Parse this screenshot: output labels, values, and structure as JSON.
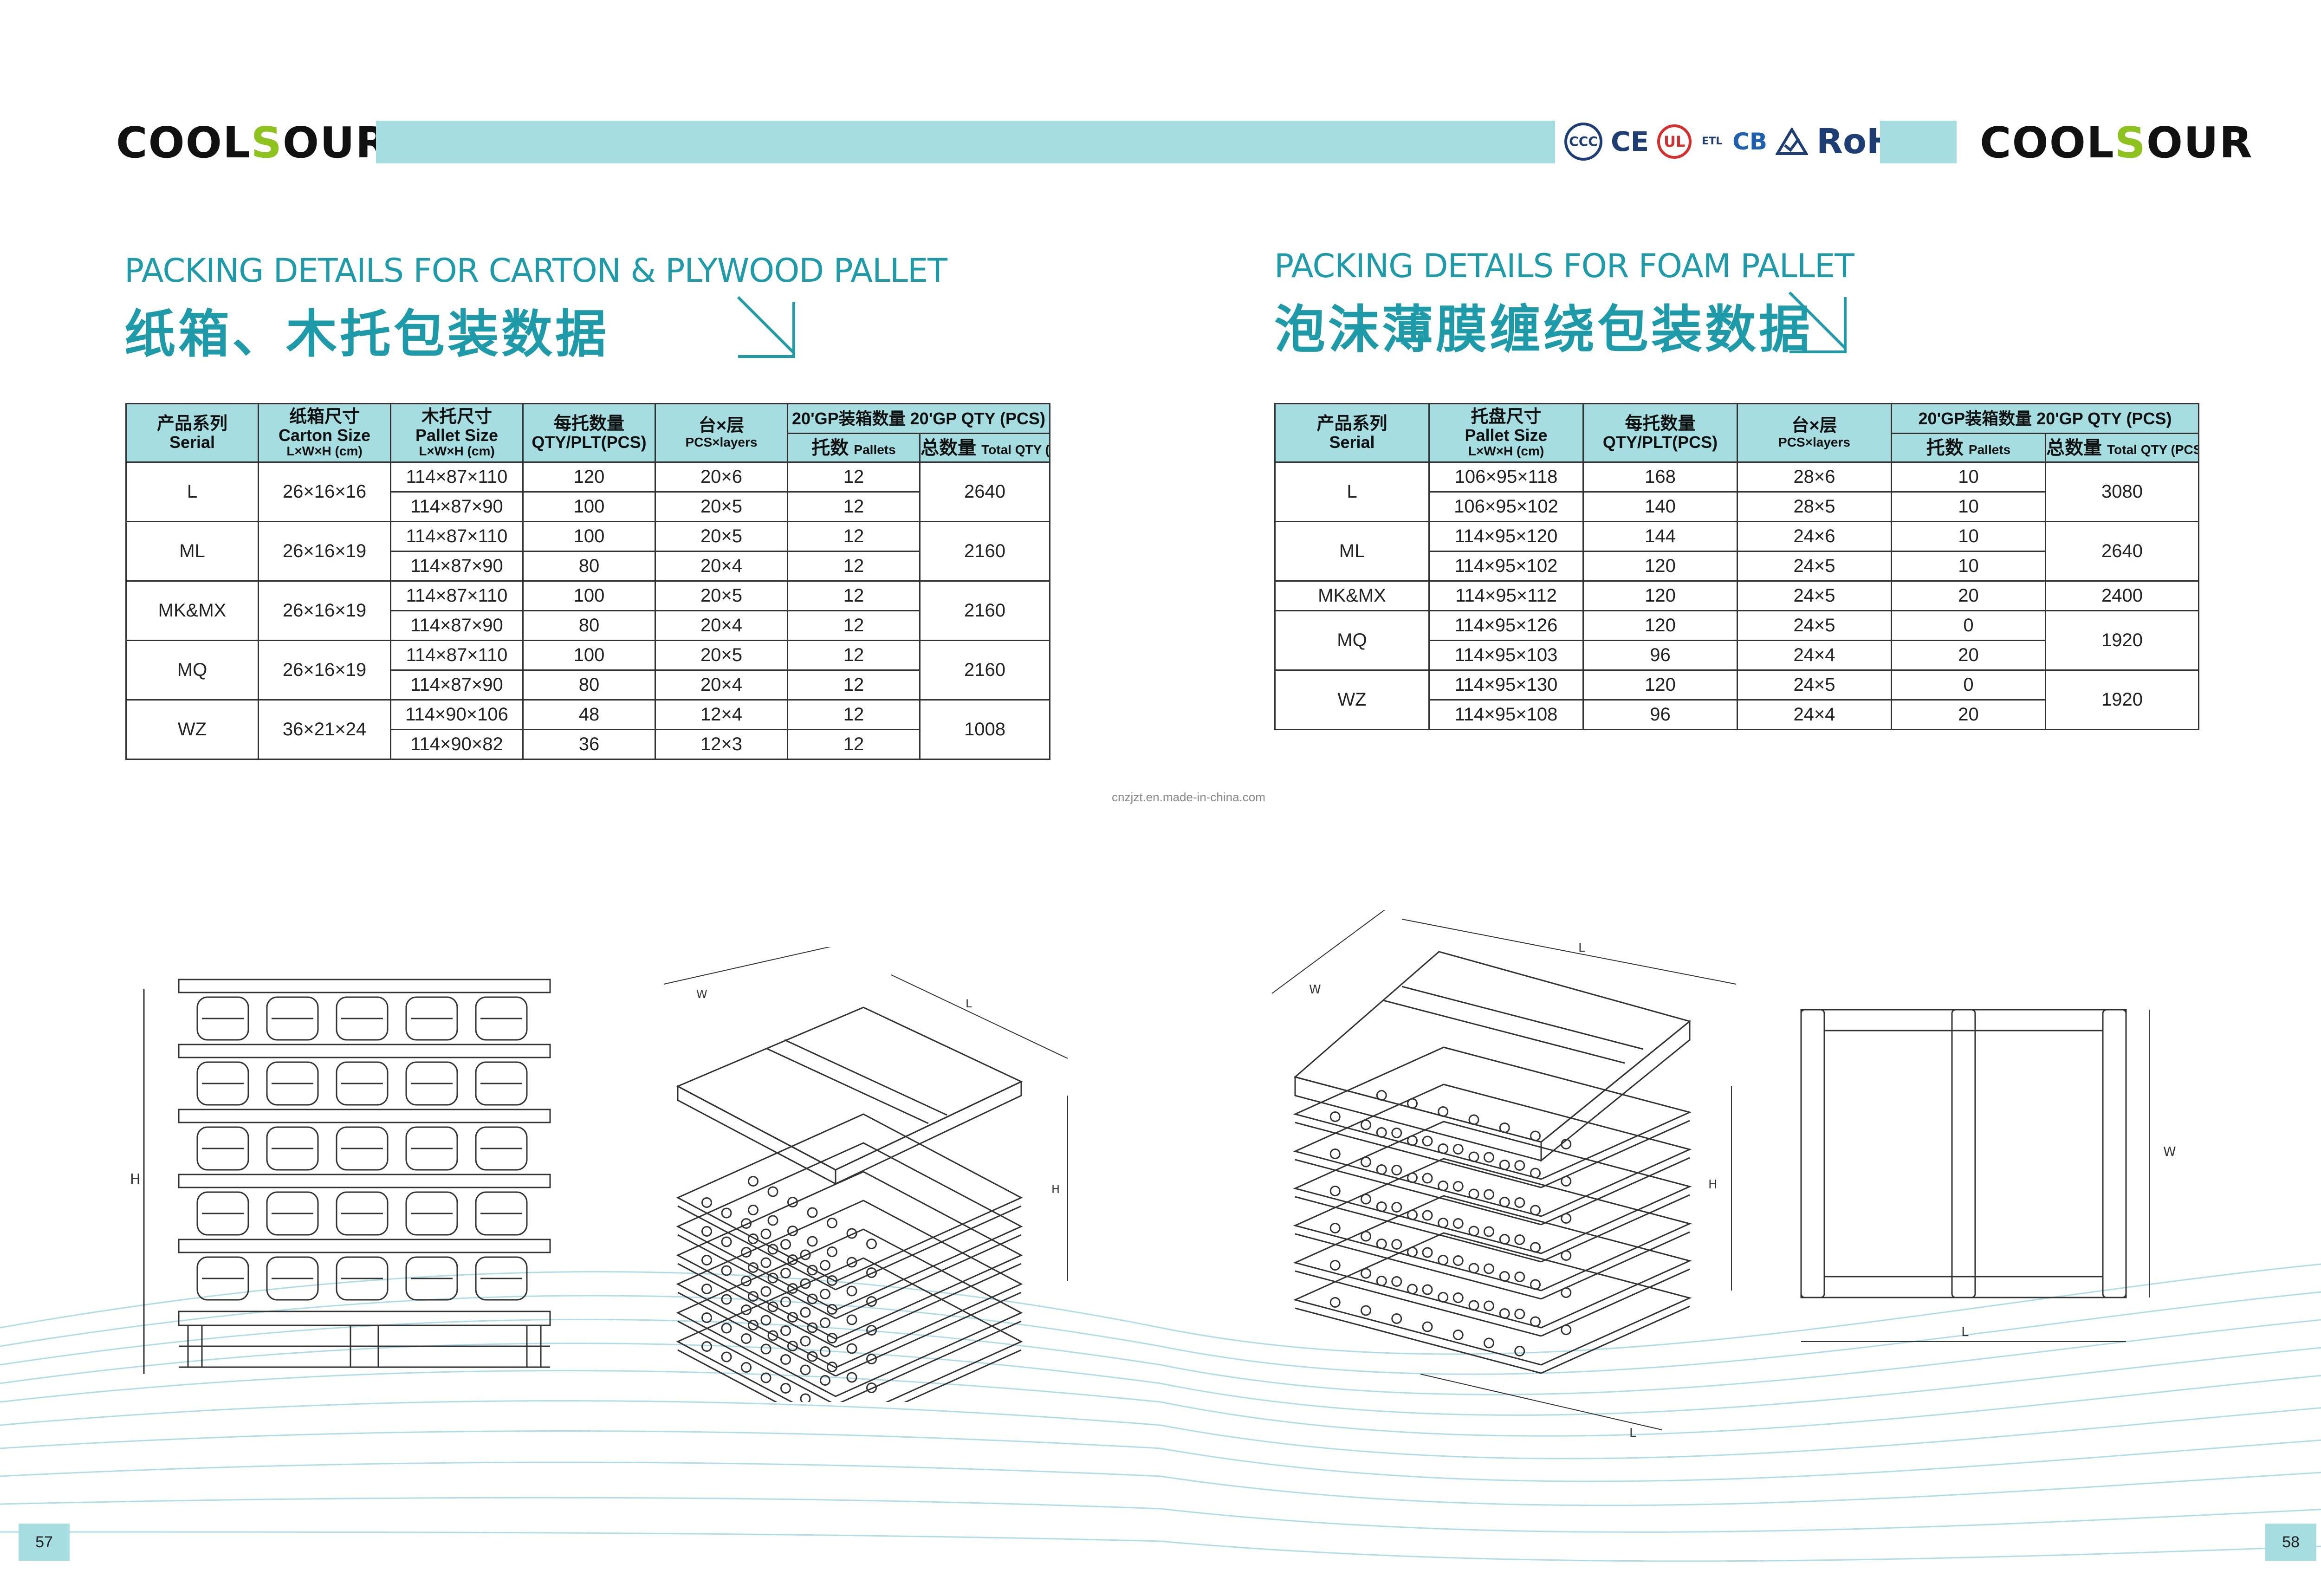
{
  "brand": {
    "logo_left": "COOLSOUR",
    "logo_right": "COOLSOUR"
  },
  "certifications": [
    "CCC",
    "CE",
    "UL",
    "ETL",
    "CB",
    "RoHS"
  ],
  "left": {
    "title_en": "PACKING DETAILS FOR CARTON & PLYWOOD PALLET",
    "title_cn": "纸箱、木托包装数据",
    "headers": {
      "serial_cn": "产品系列",
      "serial_en": "Serial",
      "carton_cn": "纸箱尺寸",
      "carton_en": "Carton Size",
      "carton_dim": "L×W×H (cm)",
      "pallet_cn": "木托尺寸",
      "pallet_en": "Pallet Size",
      "pallet_dim": "L×W×H (cm)",
      "qty_cn": "每托数量",
      "qty_en": "QTY/PLT(PCS)",
      "layers_cn": "台×层",
      "layers_en": "PCS×layers",
      "gp_title": "20'GP装箱数量 20'GP QTY  (PCS)",
      "pallets_cn": "托数",
      "pallets_en": "Pallets",
      "total_cn": "总数量",
      "total_en": "Total QTY (PCS)"
    },
    "groups": [
      {
        "serial": "L",
        "carton": "26×16×16",
        "total": "2640",
        "rows": [
          {
            "pallet": "114×87×110",
            "qty": "120",
            "layers": "20×6",
            "pallets": "12"
          },
          {
            "pallet": "114×87×90",
            "qty": "100",
            "layers": "20×5",
            "pallets": "12"
          }
        ]
      },
      {
        "serial": "ML",
        "carton": "26×16×19",
        "total": "2160",
        "rows": [
          {
            "pallet": "114×87×110",
            "qty": "100",
            "layers": "20×5",
            "pallets": "12"
          },
          {
            "pallet": "114×87×90",
            "qty": "80",
            "layers": "20×4",
            "pallets": "12"
          }
        ]
      },
      {
        "serial": "MK&MX",
        "carton": "26×16×19",
        "total": "2160",
        "rows": [
          {
            "pallet": "114×87×110",
            "qty": "100",
            "layers": "20×5",
            "pallets": "12"
          },
          {
            "pallet": "114×87×90",
            "qty": "80",
            "layers": "20×4",
            "pallets": "12"
          }
        ]
      },
      {
        "serial": "MQ",
        "carton": "26×16×19",
        "total": "2160",
        "rows": [
          {
            "pallet": "114×87×110",
            "qty": "100",
            "layers": "20×5",
            "pallets": "12"
          },
          {
            "pallet": "114×87×90",
            "qty": "80",
            "layers": "20×4",
            "pallets": "12"
          }
        ]
      },
      {
        "serial": "WZ",
        "carton": "36×21×24",
        "total": "1008",
        "rows": [
          {
            "pallet": "114×90×106",
            "qty": "48",
            "layers": "12×4",
            "pallets": "12"
          },
          {
            "pallet": "114×90×82",
            "qty": "36",
            "layers": "12×3",
            "pallets": "12"
          }
        ]
      }
    ]
  },
  "right": {
    "title_en": "PACKING DETAILS FOR FOAM PALLET",
    "title_cn": "泡沫薄膜缠绕包装数据",
    "headers": {
      "serial_cn": "产品系列",
      "serial_en": "Serial",
      "tray_cn": "托盘尺寸",
      "tray_en": "Pallet Size",
      "tray_dim": "L×W×H (cm)",
      "qty_cn": "每托数量",
      "qty_en": "QTY/PLT(PCS)",
      "layers_cn": "台×层",
      "layers_en": "PCS×layers",
      "gp_title": "20'GP装箱数量 20'GP QTY  (PCS)",
      "pallets_cn": "托数",
      "pallets_en": "Pallets",
      "total_cn": "总数量",
      "total_en": "Total QTY (PCS)"
    },
    "groups": [
      {
        "serial": "L",
        "total": "3080",
        "rows": [
          {
            "pallet": "106×95×118",
            "qty": "168",
            "layers": "28×6",
            "pallets": "10"
          },
          {
            "pallet": "106×95×102",
            "qty": "140",
            "layers": "28×5",
            "pallets": "10"
          }
        ]
      },
      {
        "serial": "ML",
        "total": "2640",
        "rows": [
          {
            "pallet": "114×95×120",
            "qty": "144",
            "layers": "24×6",
            "pallets": "10"
          },
          {
            "pallet": "114×95×102",
            "qty": "120",
            "layers": "24×5",
            "pallets": "10"
          }
        ]
      },
      {
        "serial": "MK&MX",
        "total": "2400",
        "rows": [
          {
            "pallet": "114×95×112",
            "qty": "120",
            "layers": "24×5",
            "pallets": "20"
          }
        ]
      },
      {
        "serial": "MQ",
        "total": "1920",
        "rows": [
          {
            "pallet": "114×95×126",
            "qty": "120",
            "layers": "24×5",
            "pallets": "0"
          },
          {
            "pallet": "114×95×103",
            "qty": "96",
            "layers": "24×4",
            "pallets": "20"
          }
        ]
      },
      {
        "serial": "WZ",
        "total": "1920",
        "rows": [
          {
            "pallet": "114×95×130",
            "qty": "120",
            "layers": "24×5",
            "pallets": "0"
          },
          {
            "pallet": "114×95×108",
            "qty": "96",
            "layers": "24×4",
            "pallets": "20"
          }
        ]
      }
    ]
  },
  "watermark": "cnzjzt.en.made-in-china.com",
  "dimension_labels": {
    "w": "W",
    "l": "L",
    "h": "H"
  },
  "pages": {
    "left": "57",
    "right": "58"
  },
  "colors": {
    "accent": "#a5dde0",
    "heading": "#1e9aa8",
    "logo_green": "#8dc21f"
  }
}
